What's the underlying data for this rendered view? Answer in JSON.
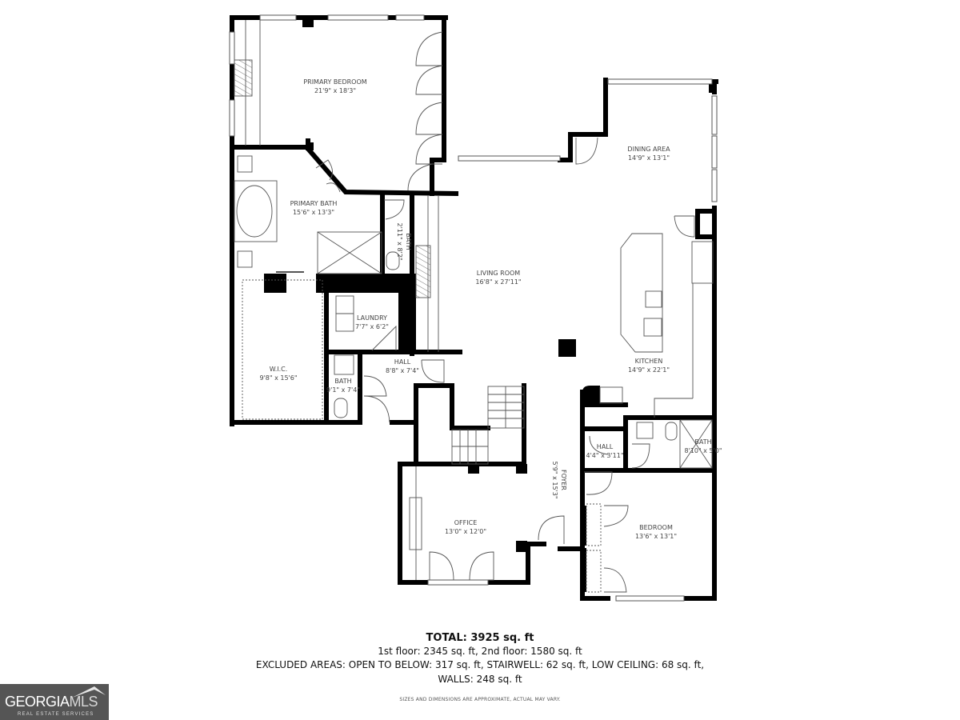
{
  "rooms": {
    "primary_bedroom": {
      "name": "PRIMARY BEDROOM",
      "dims": "21'9\" x 18'3\""
    },
    "primary_bath": {
      "name": "PRIMARY BATH",
      "dims": "15'6\" x 13'3\""
    },
    "bath_upper": {
      "name": "BATH",
      "dims": "2'11\" x 8'2\""
    },
    "wic": {
      "name": "W.I.C.",
      "dims": "9'8\" x 15'6\""
    },
    "laundry": {
      "name": "LAUNDRY",
      "dims": "7'7\" x 6'2\""
    },
    "hall_left": {
      "name": "HALL",
      "dims": "8'8\" x 7'4\""
    },
    "bath_left": {
      "name": "BATH",
      "dims": "9'1\" x 7'4\""
    },
    "living_room": {
      "name": "LIVING ROOM",
      "dims": "16'8\" x 27'11\""
    },
    "dining_area": {
      "name": "DINING AREA",
      "dims": "14'9\" x 13'1\""
    },
    "kitchen": {
      "name": "KITCHEN",
      "dims": "14'9\" x 22'1\""
    },
    "hall_right": {
      "name": "HALL",
      "dims": "4'4\" x 3'11\""
    },
    "bath_right": {
      "name": "BATH",
      "dims": "8'10\" x 5'0\""
    },
    "foyer": {
      "name": "FOYER",
      "dims": "5'9\" x 15'3\""
    },
    "office": {
      "name": "OFFICE",
      "dims": "13'0\" x 12'0\""
    },
    "bedroom": {
      "name": "BEDROOM",
      "dims": "13'6\" x 13'1\""
    }
  },
  "summary": {
    "total": "TOTAL: 3925 sq. ft",
    "floors": "1st floor: 2345 sq. ft, 2nd floor: 1580 sq. ft",
    "excluded": "EXCLUDED AREAS: OPEN TO BELOW: 317 sq. ft, STAIRWELL: 62 sq. ft, LOW CEILING: 68 sq. ft,",
    "walls": "WALLS: 248 sq. ft",
    "disclaimer": "SIZES AND DIMENSIONS ARE APPROXIMATE, ACTUAL MAY VARY."
  },
  "logo": {
    "brand_main": "GEORGIA",
    "brand_accent": "MLS",
    "tagline": "REAL ESTATE SERVICES"
  },
  "colors": {
    "wall": "#000000",
    "fixture": "#555555",
    "background": "#ffffff",
    "logo_bg": "#555555"
  }
}
